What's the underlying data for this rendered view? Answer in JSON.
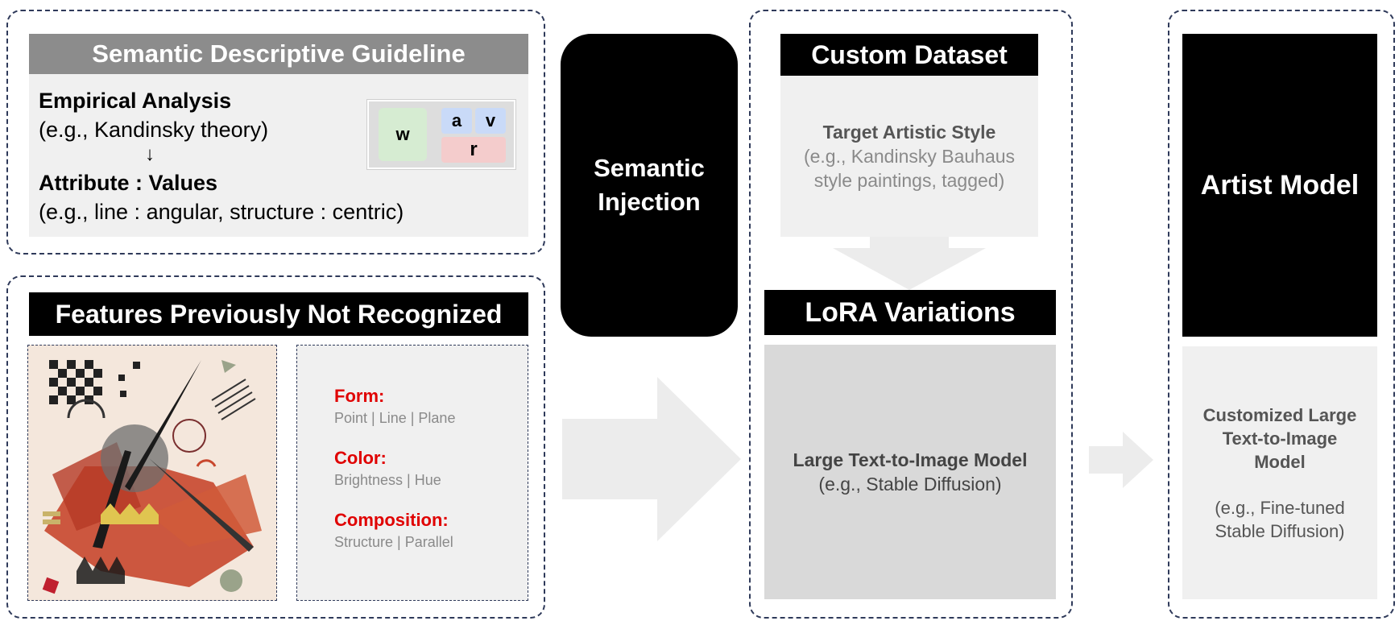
{
  "guideline": {
    "title": "Semantic Descriptive Guideline",
    "empirical_heading": "Empirical Analysis",
    "empirical_example": "(e.g., Kandinsky theory)",
    "arrow": "↓",
    "attribute_heading": "Attribute : Values",
    "attribute_example": "(e.g., line : angular, structure : centric)",
    "icon_w": "w",
    "icon_a": "a",
    "icon_v": "v",
    "icon_r": "r"
  },
  "features": {
    "title": "Features Previously Not Recognized",
    "items": [
      {
        "label": "Form:",
        "value": "Point | Line | Plane"
      },
      {
        "label": "Color:",
        "value": "Brightness | Hue"
      },
      {
        "label": "Composition:",
        "value": "Structure | Parallel"
      }
    ]
  },
  "injection": {
    "line1": "Semantic",
    "line2": "Injection"
  },
  "dataset": {
    "title": "Custom Dataset",
    "style_heading": "Target Artistic Style",
    "style_line1": "(e.g., Kandinsky Bauhaus",
    "style_line2": "style paintings, tagged)"
  },
  "lora": {
    "title": "LoRA Variations",
    "model_heading": "Large Text-to-Image Model",
    "model_example": "(e.g., Stable Diffusion)"
  },
  "artist": {
    "title": "Artist Model",
    "custom_line1": "Customized Large",
    "custom_line2": "Text-to-Image",
    "custom_line3": "Model",
    "example_line1": "(e.g., Fine-tuned",
    "example_line2": "Stable Diffusion)"
  },
  "colors": {
    "dashed_border": "#2f3a5a",
    "header_black": "#000000",
    "header_gray": "#8c8c8c",
    "panel_light": "#f0f0f0",
    "panel_mid": "#d9d9d9",
    "arrow_fill": "#ececec",
    "feature_label": "#e00000",
    "icon_green": "#d6ecd2",
    "icon_blue": "#c9daf8",
    "icon_pink": "#f4cccc"
  }
}
